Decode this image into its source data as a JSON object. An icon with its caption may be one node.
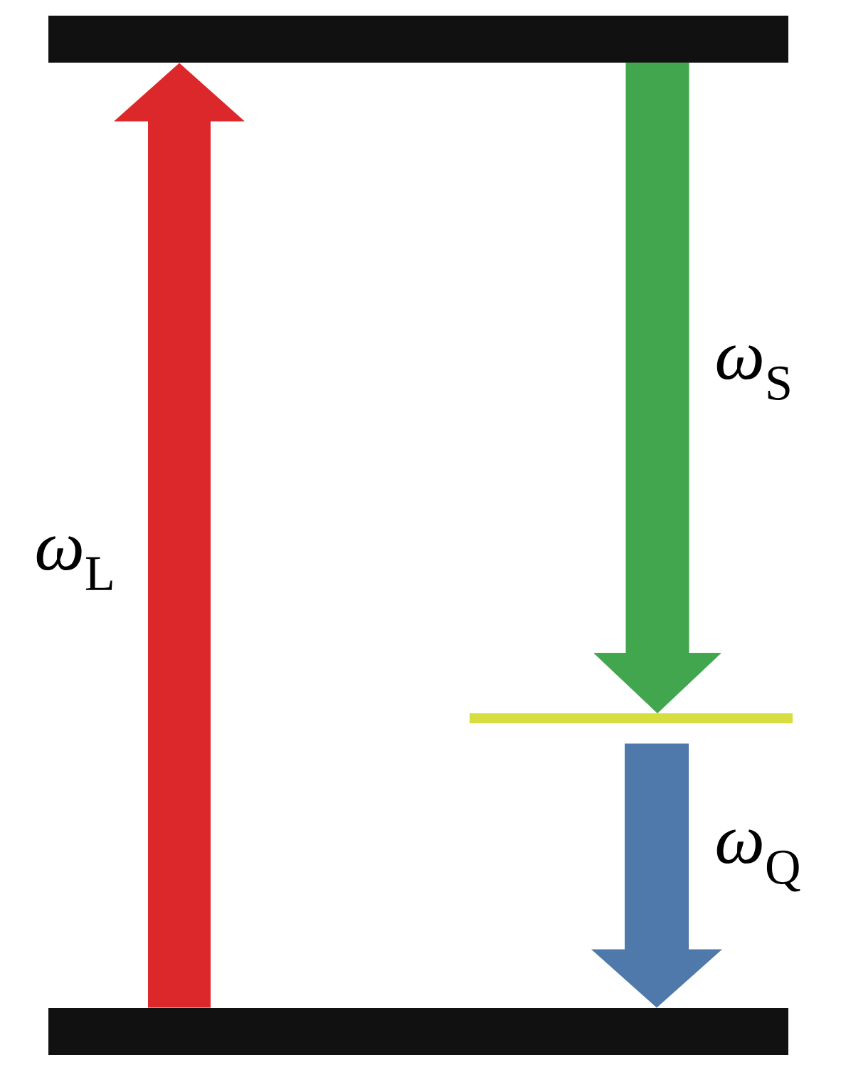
{
  "diagram": {
    "nodes": [
      {
        "text": [],
        "shape": "bar"
      },
      {
        "text": [],
        "shape": "bar"
      },
      {
        "text": [],
        "shape": "bar"
      }
    ],
    "edges": [
      {
        "from": 2,
        "to": 0,
        "arrow": "to",
        "label": "*ω*$_{L}$",
        "color": "#dc282b"
      },
      {
        "from": 0,
        "to": 1,
        "arrow": "to",
        "label": "*ω*$_{S}$",
        "color": "#42a64f"
      },
      {
        "from": 1,
        "to": 2,
        "arrow": "to",
        "label": "*ω*$_{Q}$",
        "color": "#4f78ab"
      }
    ]
  }
}
